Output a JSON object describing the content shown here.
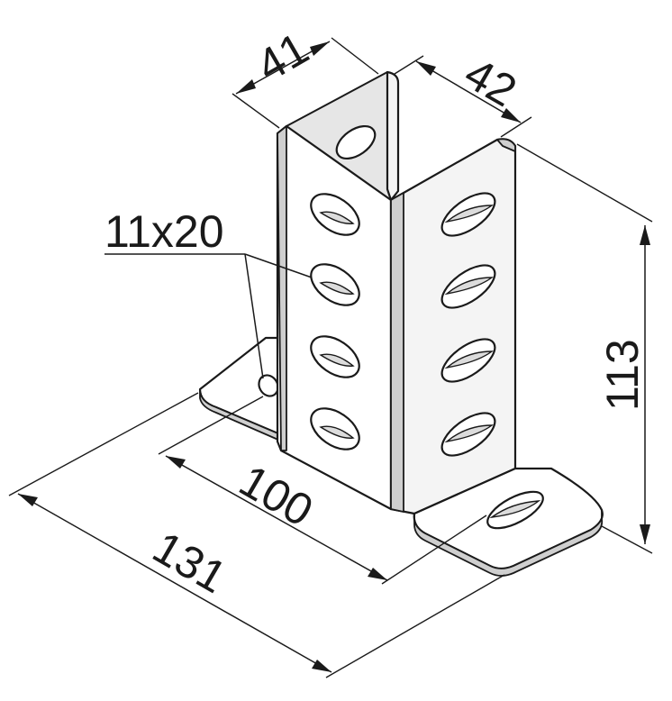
{
  "dimensions": {
    "width_top": "41",
    "depth_top": "42",
    "height": "113",
    "base_inner": "100",
    "base_overall": "131"
  },
  "callout": {
    "slot_size": "11x20"
  }
}
